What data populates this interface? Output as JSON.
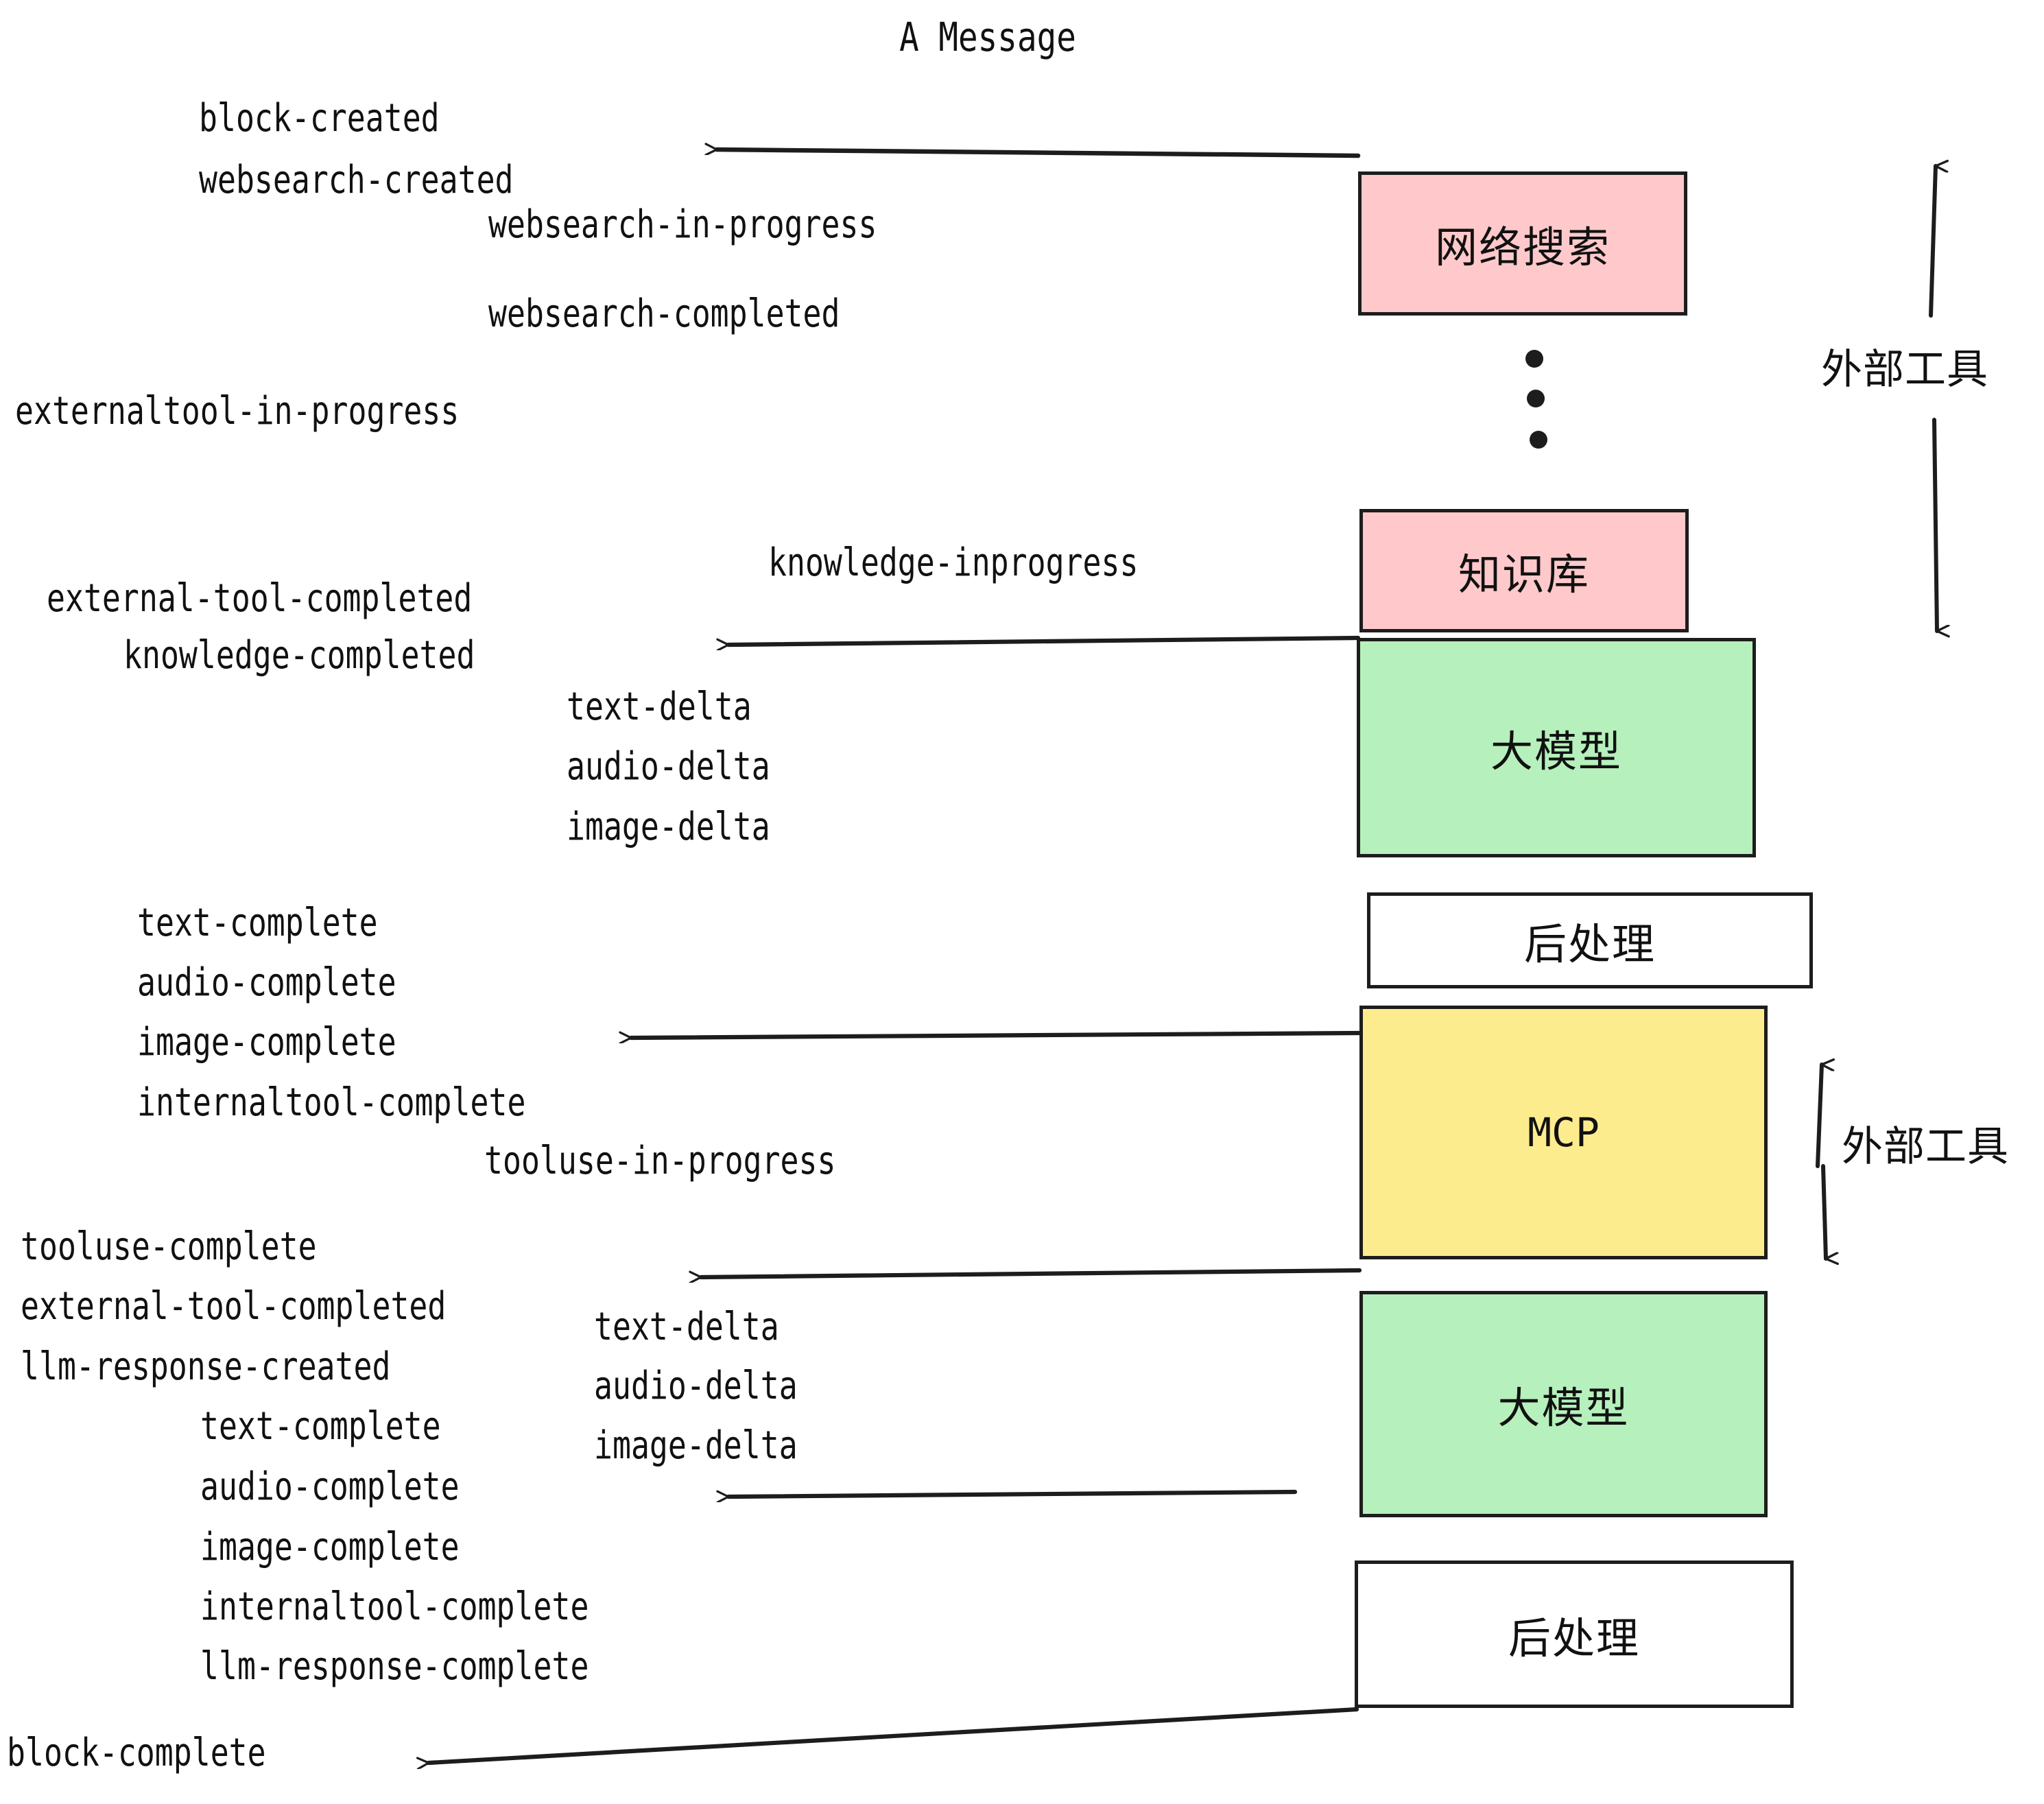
{
  "diagram": {
    "title": "A Message",
    "background": "#ffffff",
    "stroke_color": "#1d1d1d",
    "text_color": "#111111"
  },
  "colors": {
    "pink": "#FFC9CB",
    "green": "#B6F0BC",
    "yellow": "#FDEC8E",
    "white": "#FFFFFF",
    "stroke": "#1D1D1D"
  },
  "nodes": [
    {
      "id": "websearch",
      "label": "网络搜索",
      "fill": "#FFC9CB",
      "script": "cjk"
    },
    {
      "id": "knowledge",
      "label": "知识库",
      "fill": "#FFC9CB",
      "script": "cjk"
    },
    {
      "id": "llm-1",
      "label": "大模型",
      "fill": "#B6F0BC",
      "script": "cjk"
    },
    {
      "id": "postprocess-1",
      "label": "后处理",
      "fill": "#FFFFFF",
      "script": "cjk"
    },
    {
      "id": "mcp",
      "label": "MCP",
      "fill": "#FDEC8E",
      "script": "latin"
    },
    {
      "id": "llm-2",
      "label": "大模型",
      "fill": "#B6F0BC",
      "script": "cjk"
    },
    {
      "id": "postprocess-2",
      "label": "后处理",
      "fill": "#FFFFFF",
      "script": "cjk"
    }
  ],
  "side_labels": [
    {
      "id": "external-tool-top",
      "label": "外部工具"
    },
    {
      "id": "external-tool-bottom",
      "label": "外部工具"
    }
  ],
  "events": [
    {
      "id": "block-created",
      "text": "block-created"
    },
    {
      "id": "websearch-created",
      "text": "websearch-created"
    },
    {
      "id": "websearch-in-progress",
      "text": "websearch-in-progress"
    },
    {
      "id": "websearch-completed",
      "text": "websearch-completed"
    },
    {
      "id": "externaltool-in-progress",
      "text": "externaltool-in-progress"
    },
    {
      "id": "knowledge-inprogress",
      "text": "knowledge-inprogress"
    },
    {
      "id": "external-tool-completed-1",
      "text": "external-tool-completed"
    },
    {
      "id": "knowledge-completed",
      "text": "knowledge-completed"
    },
    {
      "id": "text-delta-1",
      "text": "text-delta"
    },
    {
      "id": "audio-delta-1",
      "text": "audio-delta"
    },
    {
      "id": "image-delta-1",
      "text": "image-delta"
    },
    {
      "id": "text-complete-1",
      "text": "text-complete"
    },
    {
      "id": "audio-complete-1",
      "text": "audio-complete"
    },
    {
      "id": "image-complete-1",
      "text": "image-complete"
    },
    {
      "id": "internaltool-complete-1",
      "text": "internaltool-complete"
    },
    {
      "id": "tooluse-in-progress",
      "text": "tooluse-in-progress"
    },
    {
      "id": "tooluse-complete",
      "text": "tooluse-complete"
    },
    {
      "id": "external-tool-completed-2",
      "text": "external-tool-completed"
    },
    {
      "id": "llm-response-created",
      "text": "llm-response-created"
    },
    {
      "id": "text-delta-2",
      "text": "text-delta"
    },
    {
      "id": "audio-delta-2",
      "text": "audio-delta"
    },
    {
      "id": "image-delta-2",
      "text": "image-delta"
    },
    {
      "id": "text-complete-2",
      "text": "text-complete"
    },
    {
      "id": "audio-complete-2",
      "text": "audio-complete"
    },
    {
      "id": "image-complete-2",
      "text": "image-complete"
    },
    {
      "id": "internaltool-complete-2",
      "text": "internaltool-complete"
    },
    {
      "id": "llm-response-complete",
      "text": "llm-response-complete"
    },
    {
      "id": "block-complete",
      "text": "block-complete"
    }
  ],
  "ellipsis": {
    "id": "vertical-ellipsis",
    "dot_count": 3
  }
}
